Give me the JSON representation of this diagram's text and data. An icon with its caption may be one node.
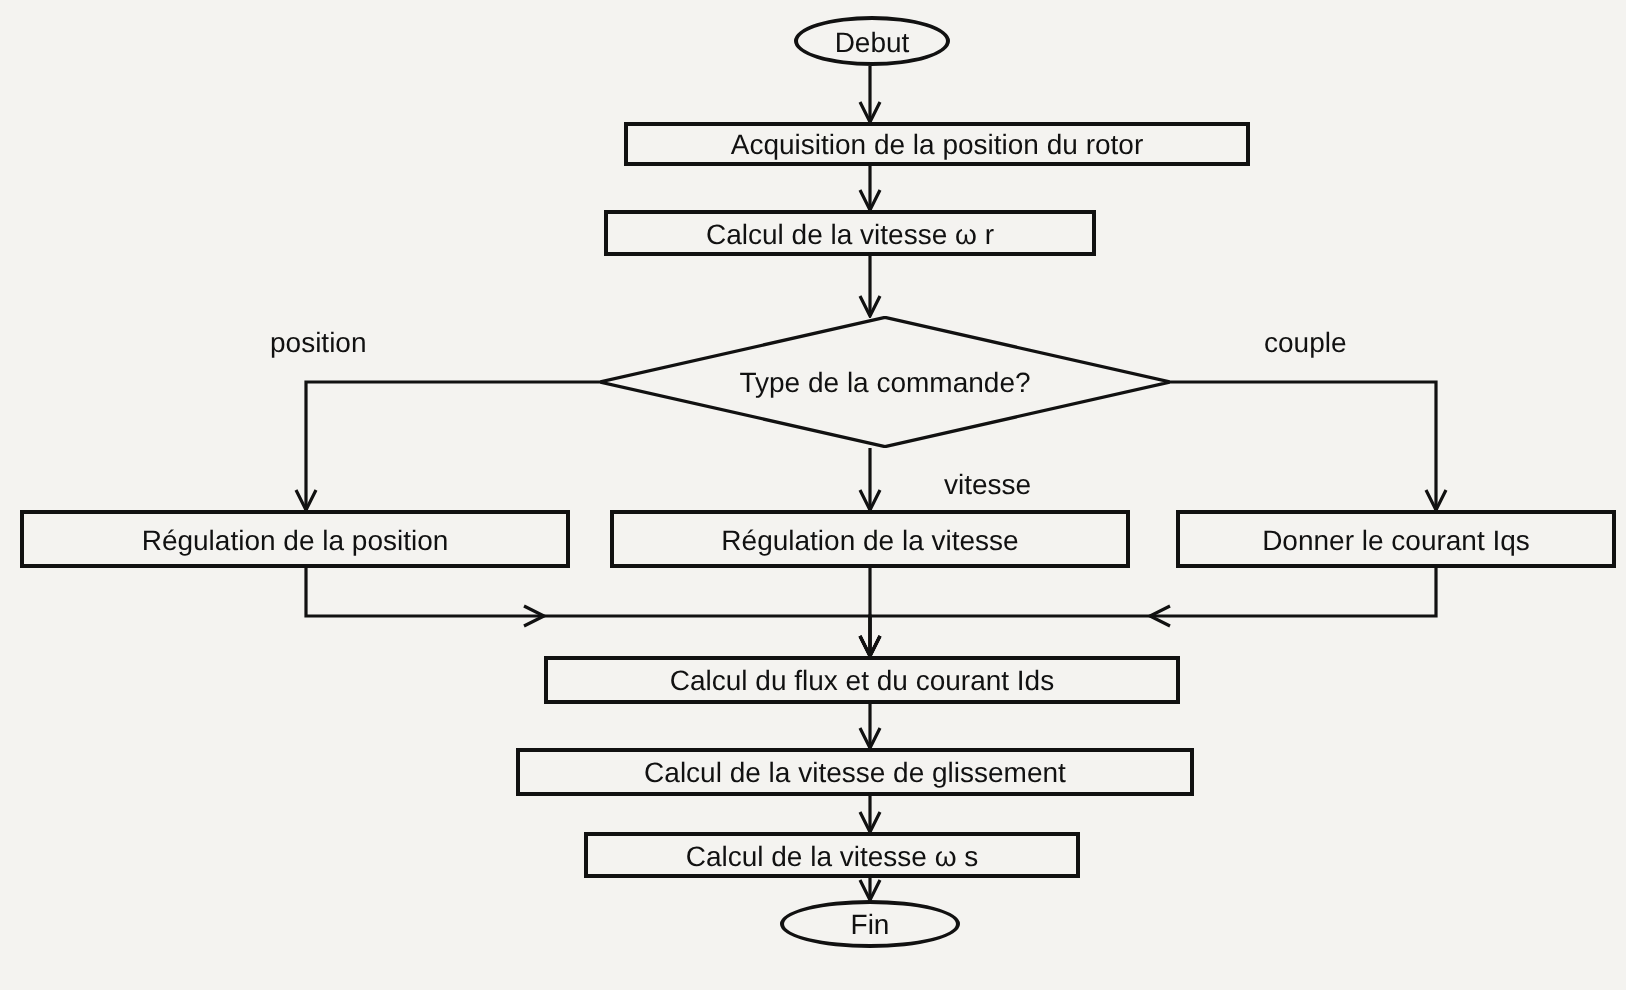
{
  "diagram": {
    "nodes": [
      {
        "text": [
          "Debut"
        ]
      },
      {
        "text": [
          "Acquisition de la position du rotor"
        ]
      },
      {
        "text": [
          "Calcul de la vitesse ω r"
        ]
      },
      {
        "text": [
          "Type de la commande?"
        ]
      },
      {
        "text": [
          "Régulation de la position"
        ]
      },
      {
        "text": [
          "Régulation de la vitesse"
        ]
      },
      {
        "text": [
          "Donner le courant Iqs"
        ]
      },
      {
        "text": [
          "Calcul du flux et du courant Ids"
        ]
      },
      {
        "text": [
          "Calcul de la vitesse de glissement"
        ]
      },
      {
        "text": [
          "Calcul de la vitesse ω s"
        ]
      },
      {
        "text": [
          "Fin"
        ]
      }
    ],
    "edges": [
      {
        "from": 0,
        "to": 1,
        "arrow": "to"
      },
      {
        "from": 1,
        "to": 2,
        "arrow": "to"
      },
      {
        "from": 2,
        "to": 3,
        "arrow": "to"
      },
      {
        "from": 3,
        "to": 4,
        "arrow": "to",
        "label": "position"
      },
      {
        "from": 3,
        "to": 5,
        "arrow": "to",
        "label": "vitesse"
      },
      {
        "from": 3,
        "to": 6,
        "arrow": "to",
        "label": "couple"
      },
      {
        "from": 4,
        "to": 7,
        "arrow": "to"
      },
      {
        "from": 5,
        "to": 7,
        "arrow": "to"
      },
      {
        "from": 6,
        "to": 7,
        "arrow": "to"
      },
      {
        "from": 7,
        "to": 8,
        "arrow": "to"
      },
      {
        "from": 8,
        "to": 9,
        "arrow": "to"
      },
      {
        "from": 9,
        "to": 10,
        "arrow": "to"
      }
    ]
  }
}
